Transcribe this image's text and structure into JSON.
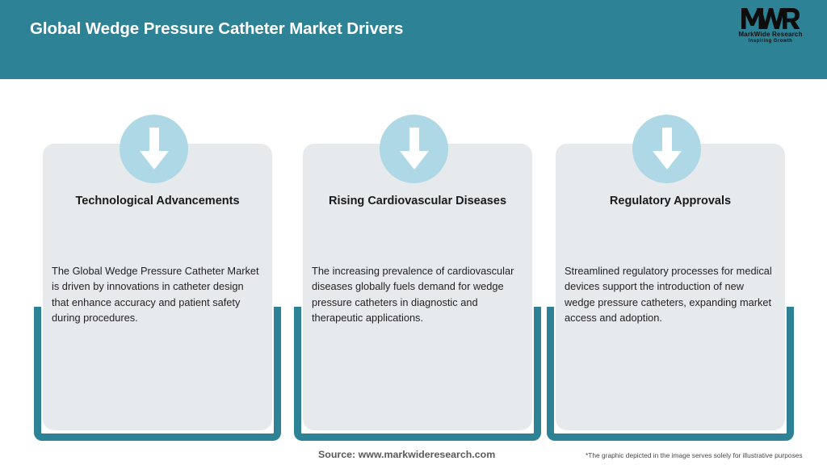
{
  "header": {
    "title": "Global Wedge Pressure Catheter Market Drivers",
    "bar_color": "#2e8296",
    "title_color": "#ffffff"
  },
  "logo": {
    "mark": "MWR",
    "name": "MarkWide Research",
    "tagline": "Inspiring Growth"
  },
  "cards": [
    {
      "icon": "down-arrow-icon",
      "heading": "Technological Advancements",
      "body": "The Global Wedge Pressure Catheter Market is driven by innovations in catheter design that enhance accuracy and patient safety during procedures."
    },
    {
      "icon": "down-arrow-icon",
      "heading": "Rising Cardiovascular Diseases",
      "body": "The increasing prevalence of cardiovascular diseases globally fuels demand for wedge pressure catheters in diagnostic and therapeutic applications."
    },
    {
      "icon": "down-arrow-icon",
      "heading": "Regulatory Approvals",
      "body": "Streamlined regulatory processes for medical devices support the introduction of new wedge pressure catheters, expanding market access and adoption."
    }
  ],
  "footer": {
    "source": "Source: www.markwideresearch.com",
    "disclaimer": "*The graphic depicted in the image serves solely for illustrative purposes"
  },
  "colors": {
    "teal": "#2e8296",
    "panel_gray": "#e7eaec",
    "icon_circle": "#aed8e6",
    "arrow_white": "#ffffff",
    "background": "#ffffff"
  }
}
